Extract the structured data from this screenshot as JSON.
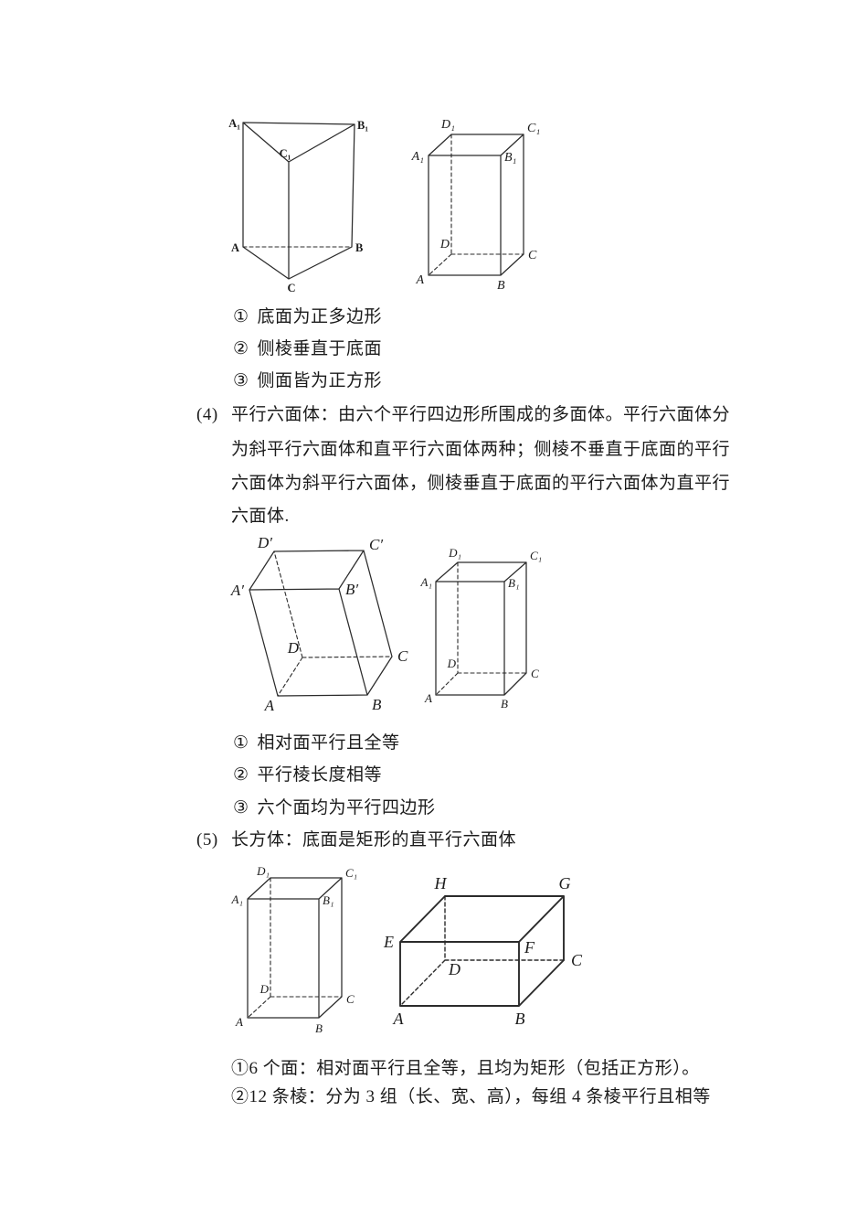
{
  "page": {
    "background": "#ffffff",
    "ink": "#1b1b1b"
  },
  "figures": {
    "fig1": {
      "name": "triangular-prism",
      "labels": {
        "A1": "A₁",
        "B1": "B₁",
        "C1": "C₁",
        "A": "A",
        "B": "B",
        "C": "C"
      }
    },
    "fig2": {
      "name": "right-quadrangular-prism",
      "labels": {
        "D1": "D₁",
        "C1": "C₁",
        "A1": "A₁",
        "B1": "B₁",
        "D": "D",
        "C": "C",
        "A": "A",
        "B": "B"
      }
    },
    "fig3": {
      "name": "oblique-parallelepiped",
      "labels": {
        "D1": "D′",
        "C1": "C′",
        "A1": "A′",
        "B1": "B′",
        "D": "D",
        "C": "C",
        "A": "A",
        "B": "B"
      }
    },
    "fig4": {
      "name": "right-parallelepiped",
      "labels": {
        "D1": "D₁",
        "C1": "C₁",
        "A1": "A₁",
        "B1": "B₁",
        "D": "D",
        "C": "C",
        "A": "A",
        "B": "B"
      }
    },
    "fig5": {
      "name": "right-parallelepiped-small",
      "labels": {
        "D1": "D₁",
        "C1": "C₁",
        "A1": "A₁",
        "B1": "B₁",
        "D": "D",
        "C": "C",
        "A": "A",
        "B": "B"
      }
    },
    "fig6": {
      "name": "cuboid",
      "labels": {
        "H": "H",
        "G": "G",
        "E": "E",
        "F": "F",
        "D": "D",
        "C": "C",
        "A": "A",
        "B": "B"
      }
    }
  },
  "text": {
    "list1": [
      {
        "marker": "①",
        "text": "底面为正多边形"
      },
      {
        "marker": "②",
        "text": "侧棱垂直于底面"
      },
      {
        "marker": "③",
        "text": "侧面皆为正方形"
      }
    ],
    "item4": {
      "number": "(4)",
      "lines": [
        "平行六面体：由六个平行四边形所围成的多面体。平行六面体分",
        "为斜平行六面体和直平行六面体两种；侧棱不垂直于底面的平行",
        "六面体为斜平行六面体，侧棱垂直于底面的平行六面体为直平行",
        "六面体."
      ]
    },
    "list2": [
      {
        "marker": "①",
        "text": "相对面平行且全等"
      },
      {
        "marker": "②",
        "text": "平行棱长度相等"
      },
      {
        "marker": "③",
        "text": "六个面均为平行四边形"
      }
    ],
    "item5": {
      "number": "(5)",
      "text": "长方体：底面是矩形的直平行六面体"
    },
    "list3": [
      {
        "marker": "①",
        "text": "6 个面：相对面平行且全等，且均为矩形（包括正方形）。"
      },
      {
        "marker": "②",
        "text": "12 条棱：分为 3 组（长、宽、高），每组 4 条棱平行且相等"
      }
    ]
  }
}
